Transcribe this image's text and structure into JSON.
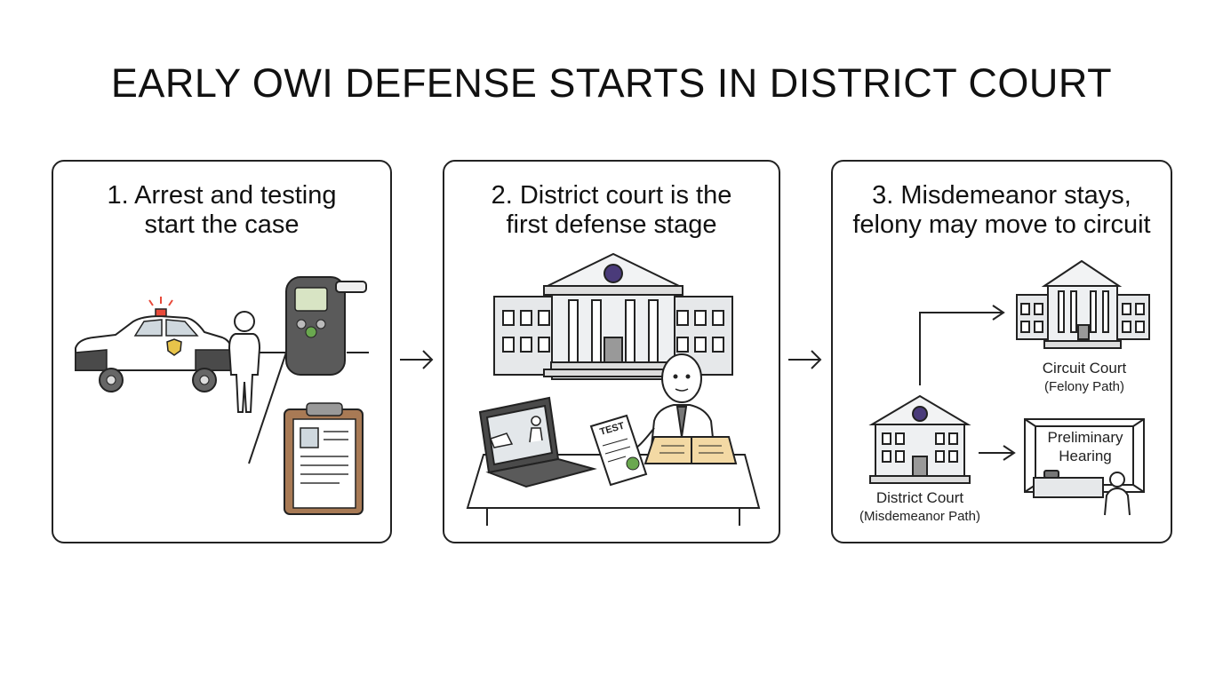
{
  "title": "EARLY OWI DEFENSE STARTS IN DISTRICT COURT",
  "panels": [
    {
      "title_line1": "1. Arrest and testing",
      "title_line2": "start the case"
    },
    {
      "title_line1": "2. District court is the",
      "title_line2": "first defense stage",
      "document_label": "TEST"
    },
    {
      "title_line1": "3. Misdemeanor stays,",
      "title_line2": "felony may move to circuit",
      "circuit_label": "Circuit Court",
      "circuit_sub": "(Felony Path)",
      "district_label": "District Court",
      "district_sub": "(Misdemeanor Path)",
      "hearing_line1": "Preliminary",
      "hearing_line2": "Hearing"
    }
  ],
  "colors": {
    "outline": "#222222",
    "police_gray": "#4a4a4a",
    "badge_gold": "#e8c44a",
    "clipboard_brown": "#a87a55",
    "folder_tan": "#f3d9a4",
    "seal_purple": "#4a3b7a",
    "led_green": "#6aa84f"
  },
  "icons": [
    "police-car-icon",
    "person-icon",
    "breathalyzer-icon",
    "clipboard-icon",
    "courthouse-icon",
    "laptop-icon",
    "document-icon",
    "attorney-icon",
    "arrow-right-icon"
  ]
}
